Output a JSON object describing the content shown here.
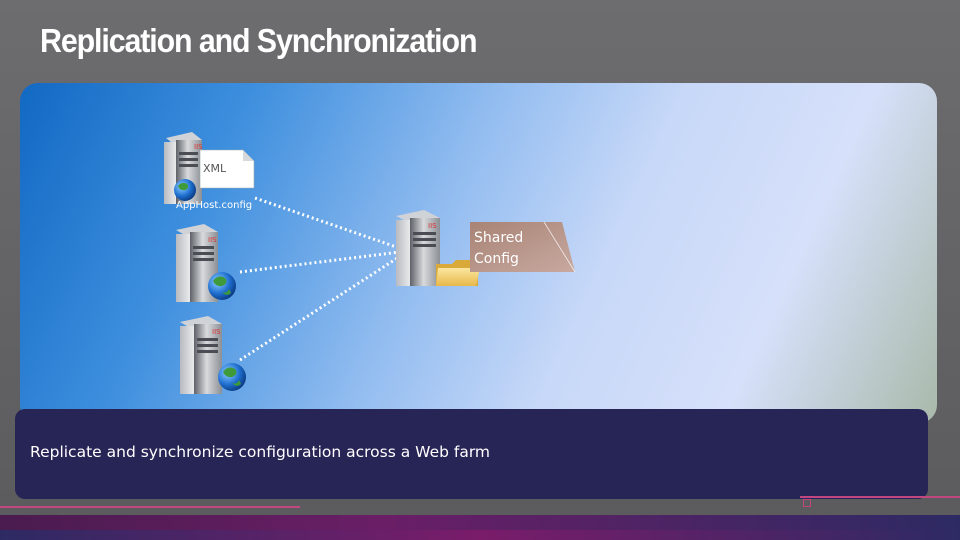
{
  "slide": {
    "title": "Replication and Synchronization",
    "caption": "Replicate and synchronize configuration across a Web farm"
  },
  "diagram": {
    "xml_file_label": "XML",
    "apphost_label": "AppHost.config",
    "shared_config_label_line1": "Shared",
    "shared_config_label_line2": "Config",
    "server_badge": "IIS"
  },
  "colors": {
    "panel_start": "#1269c3",
    "panel_end": "#d6e0fa",
    "caption_bg": "#272456",
    "accent_pink": "#c2467f",
    "callout_bg": "#b08a7e"
  }
}
